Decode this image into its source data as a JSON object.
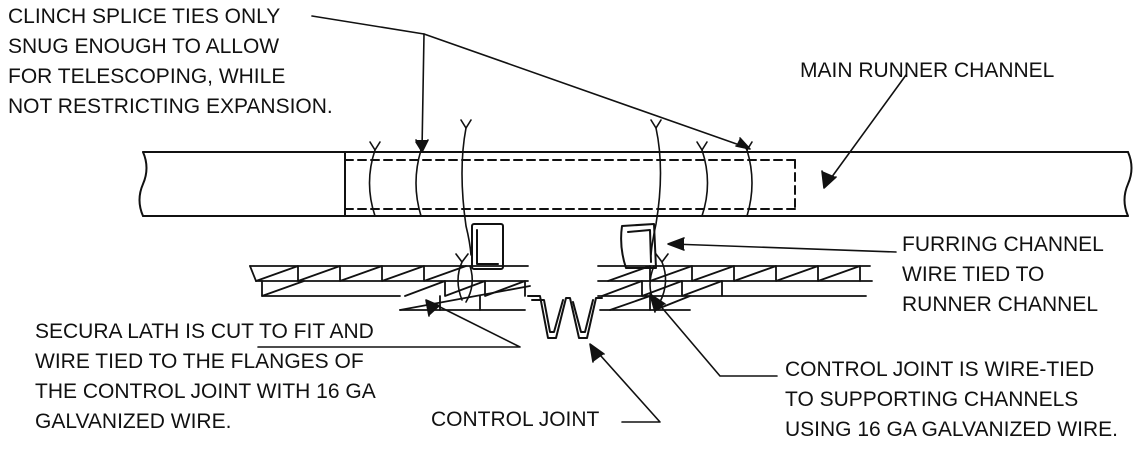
{
  "diagram": {
    "colors": {
      "ink": "#111111",
      "background": "#ffffff"
    },
    "labels": {
      "clinch_splice": [
        "CLINCH SPLICE TIES ONLY",
        "SNUG ENOUGH TO ALLOW",
        "FOR TELESCOPING, WHILE",
        "NOT RESTRICTING EXPANSION."
      ],
      "main_runner": "MAIN RUNNER CHANNEL",
      "furring_channel": [
        "FURRING CHANNEL",
        "WIRE TIED TO",
        "RUNNER CHANNEL"
      ],
      "secura_lath": [
        "SECURA LATH IS CUT TO FIT AND",
        "WIRE TIED TO THE FLANGES OF",
        "THE CONTROL JOINT WITH 16 GA",
        "GALVANIZED WIRE."
      ],
      "control_joint": "CONTROL JOINT",
      "control_joint_tied": [
        "CONTROL JOINT IS WIRE-TIED",
        "TO SUPPORTING CHANNELS",
        "USING 16 GA GALVANIZED WIRE."
      ]
    }
  }
}
